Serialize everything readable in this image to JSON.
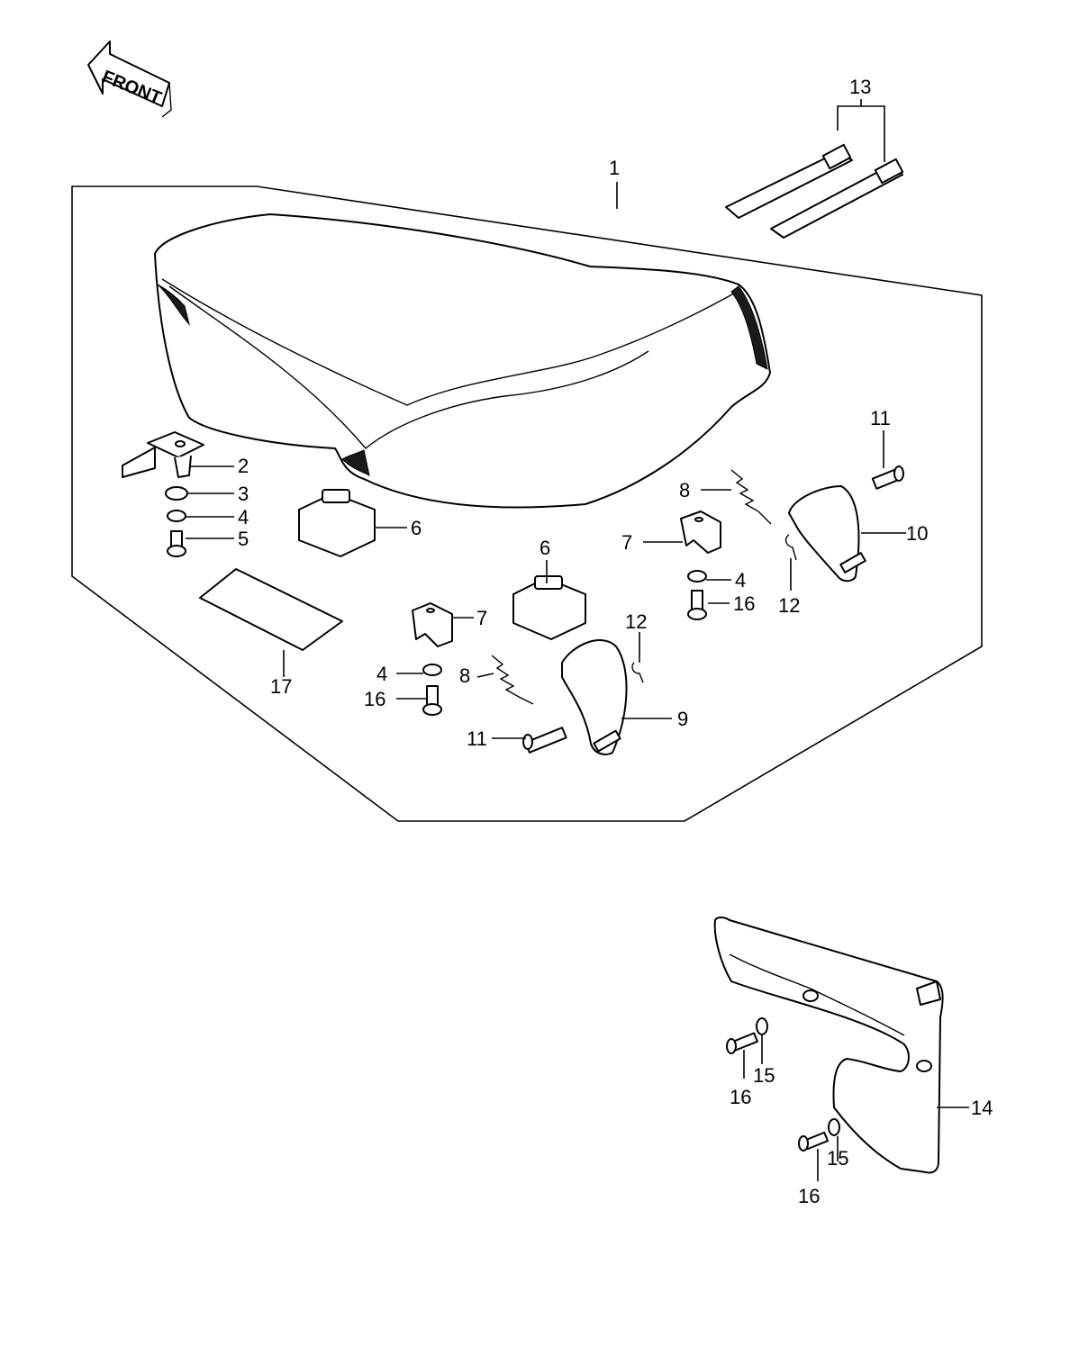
{
  "diagram": {
    "orientation_label": "FRONT",
    "callouts": {
      "c1": "1",
      "c2": "2",
      "c3": "3",
      "c4a": "4",
      "c5": "5",
      "c6a": "6",
      "c6b": "6",
      "c7a": "7",
      "c7b": "7",
      "c4b": "4",
      "c4c": "4",
      "c8a": "8",
      "c8b": "8",
      "c9": "9",
      "c10": "10",
      "c11a": "11",
      "c11b": "11",
      "c12a": "12",
      "c12b": "12",
      "c13": "13",
      "c14": "14",
      "c15a": "15",
      "c15b": "15",
      "c16a": "16",
      "c16b": "16",
      "c16c": "16",
      "c16d": "16",
      "c17": "17"
    }
  }
}
